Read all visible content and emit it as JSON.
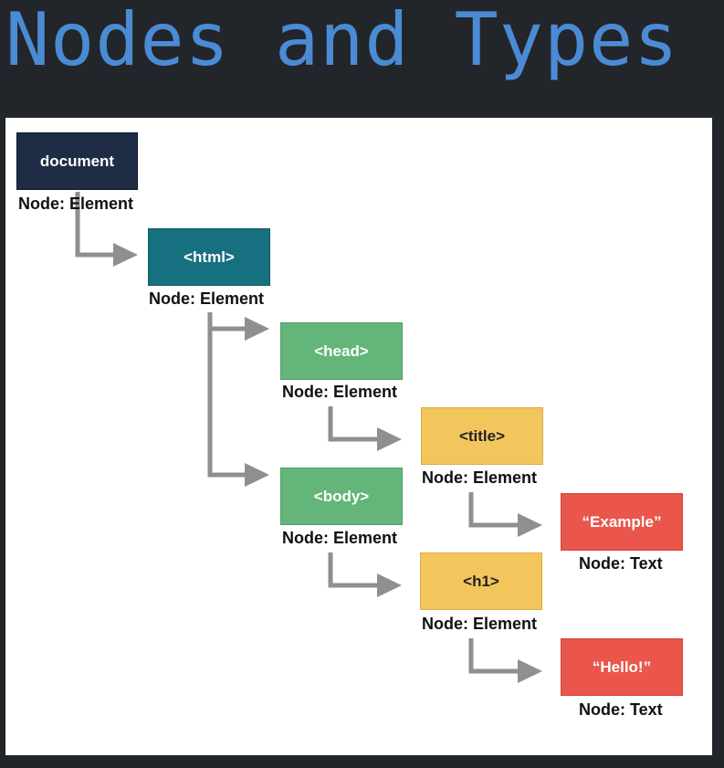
{
  "title": "Nodes and Types",
  "colors": {
    "title": "#4a8bd4",
    "document": "#1e2d45",
    "html": "#16707f",
    "head_body": "#63b57a",
    "title_h1": "#f3c65d",
    "text_nodes": "#ea564b",
    "arrow": "#8f8f8f"
  },
  "nodes": {
    "document": {
      "label": "document",
      "type": "Node: Element"
    },
    "html": {
      "label": "<html>",
      "type": "Node: Element"
    },
    "head": {
      "label": "<head>",
      "type": "Node: Element"
    },
    "body": {
      "label": "<body>",
      "type": "Node: Element"
    },
    "title": {
      "label": "<title>",
      "type": "Node: Element"
    },
    "h1": {
      "label": "<h1>",
      "type": "Node: Element"
    },
    "example": {
      "label": "“Example”",
      "type": "Node: Text"
    },
    "hello": {
      "label": "“Hello!”",
      "type": "Node: Text"
    }
  }
}
